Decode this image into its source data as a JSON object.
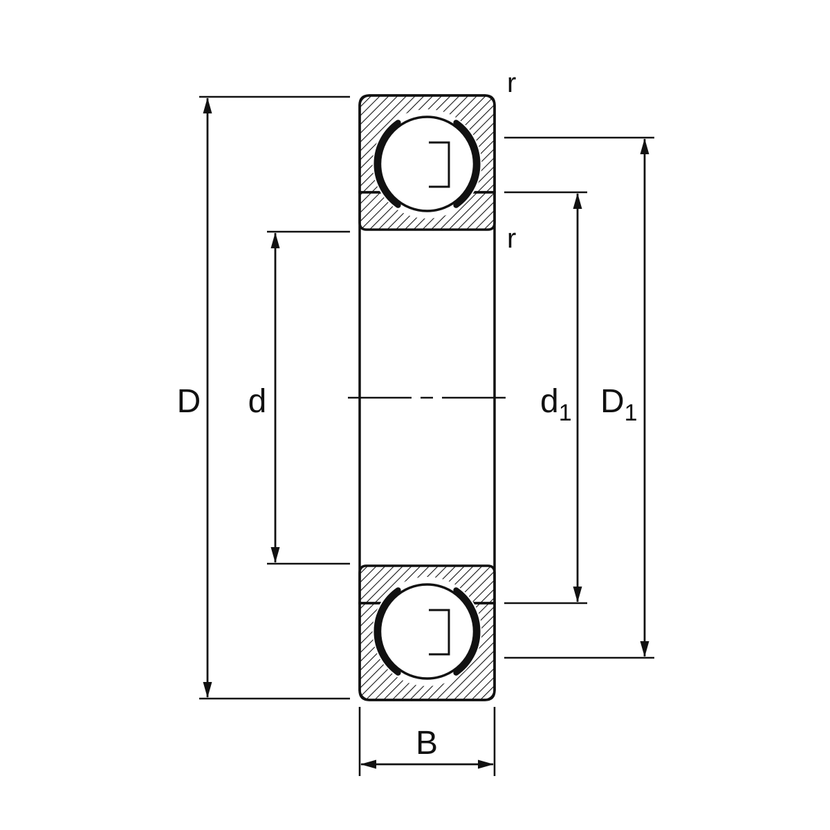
{
  "dimension_labels": {
    "D": "D",
    "d": "d",
    "d1_base": "d",
    "d1_sub": "1",
    "D1_base": "D",
    "D1_sub": "1",
    "B": "B",
    "r_outer": "r",
    "r_inner": "r"
  },
  "colors": {
    "line": "#111111",
    "background": "#ffffff"
  }
}
